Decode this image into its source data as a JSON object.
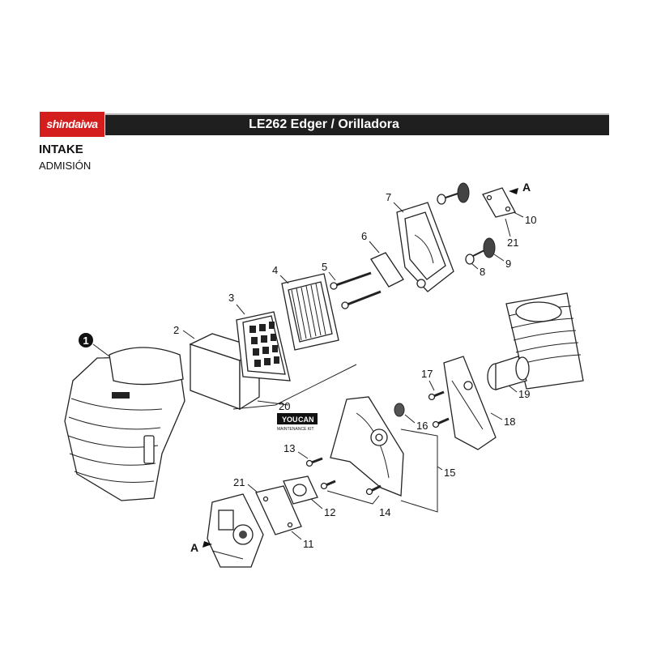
{
  "header": {
    "brand": "shindaiwa",
    "title": "LE262 Edger / Orilladora"
  },
  "section": {
    "title_en": "INTAKE",
    "title_es": "ADMISIÓN"
  },
  "callouts": {
    "c1": "1",
    "c2": "2",
    "c3": "3",
    "c4": "4",
    "c5": "5",
    "c6": "6",
    "c7": "7",
    "c8": "8",
    "c9": "9",
    "c10": "10",
    "c11": "11",
    "c12": "12",
    "c13": "13",
    "c14": "14",
    "c15": "15",
    "c16": "16",
    "c17": "17",
    "c18": "18",
    "c19": "19",
    "c20": "20",
    "c21a": "21",
    "c21b": "21",
    "refA_top": "A",
    "refA_bottom": "A"
  },
  "kit_logo": {
    "line1": "YOU",
    "line2": "CAN",
    "line3": "MAINTENANCE KIT"
  },
  "colors": {
    "brand_red": "#d41e1e",
    "header_dark": "#1f1f1f"
  }
}
